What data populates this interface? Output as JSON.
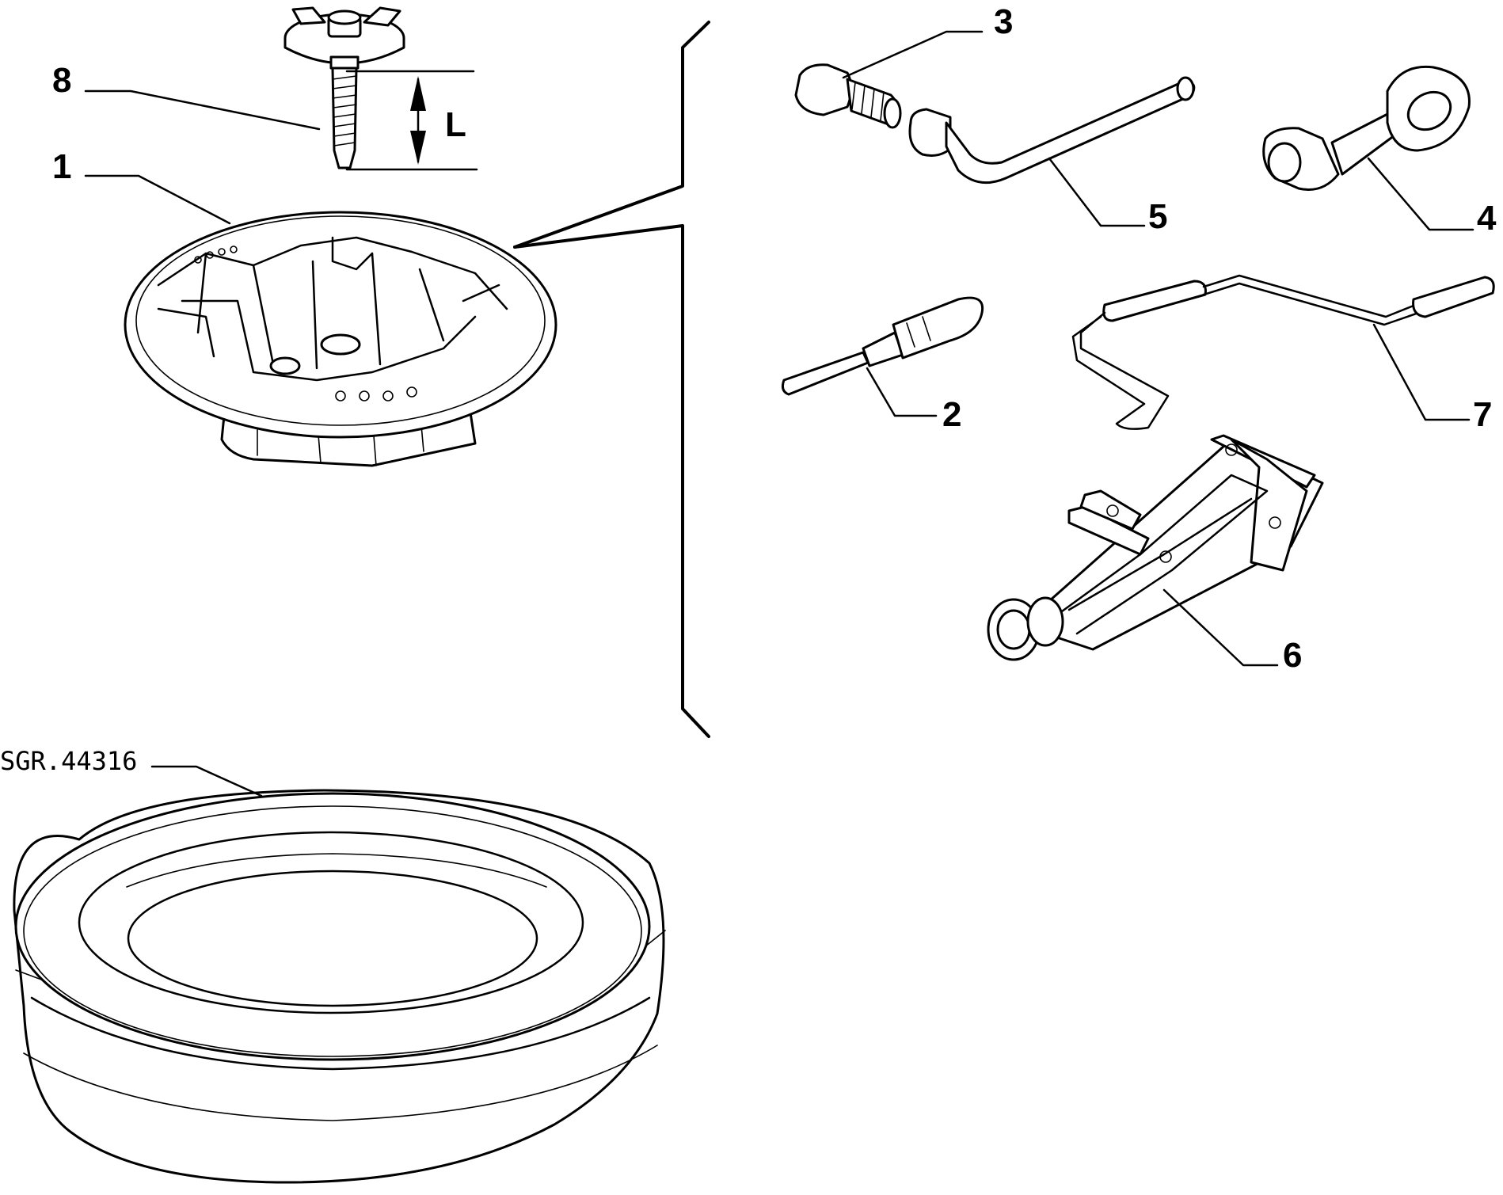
{
  "diagram": {
    "drawing_code": "SGR.44316",
    "dimension_label": "L",
    "callouts": [
      {
        "id": "1",
        "label": "1"
      },
      {
        "id": "2",
        "label": "2"
      },
      {
        "id": "3",
        "label": "3"
      },
      {
        "id": "4",
        "label": "4"
      },
      {
        "id": "5",
        "label": "5"
      },
      {
        "id": "6",
        "label": "6"
      },
      {
        "id": "7",
        "label": "7"
      },
      {
        "id": "8",
        "label": "8"
      }
    ]
  }
}
